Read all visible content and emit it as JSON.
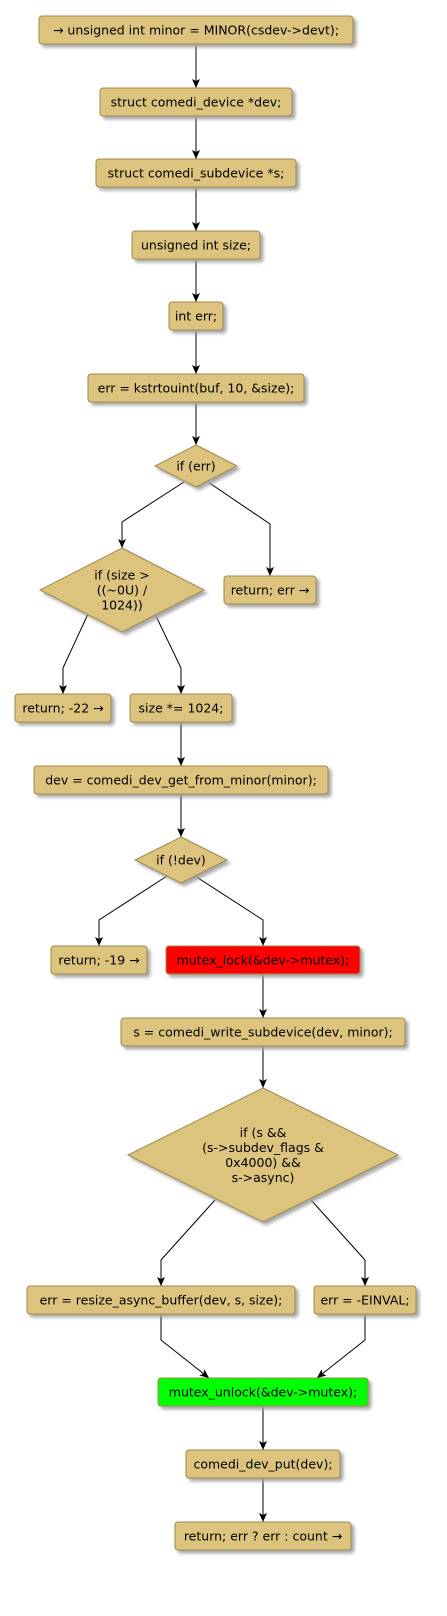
{
  "colors": {
    "node_fill": "#dcc47e",
    "node_stroke": "#a08a4e",
    "shadow": "#b6b6b6",
    "highlight_lock": "#ff0000",
    "highlight_unlock": "#00ff00",
    "edge": "#000000"
  },
  "nodes": [
    {
      "id": "n1",
      "shape": "box",
      "lines": [
        "→ unsigned int minor = MINOR(csdev->devt);"
      ]
    },
    {
      "id": "n2",
      "shape": "box",
      "lines": [
        "struct comedi_device *dev;"
      ]
    },
    {
      "id": "n3",
      "shape": "box",
      "lines": [
        "struct comedi_subdevice *s;"
      ]
    },
    {
      "id": "n4",
      "shape": "box",
      "lines": [
        "unsigned int size;"
      ]
    },
    {
      "id": "n5",
      "shape": "box",
      "lines": [
        "int err;"
      ]
    },
    {
      "id": "n6",
      "shape": "box",
      "lines": [
        "err = kstrtouint(buf, 10, &size);"
      ]
    },
    {
      "id": "d1",
      "shape": "diamond",
      "lines": [
        "if (err)"
      ]
    },
    {
      "id": "d2",
      "shape": "diamond",
      "lines": [
        "if (size >",
        "((~0U) /",
        "1024))"
      ]
    },
    {
      "id": "r1",
      "shape": "box",
      "lines": [
        "return; err →"
      ]
    },
    {
      "id": "r2",
      "shape": "box",
      "lines": [
        "return; -22 →"
      ]
    },
    {
      "id": "n7",
      "shape": "box",
      "lines": [
        "size *= 1024;"
      ]
    },
    {
      "id": "n8",
      "shape": "box",
      "lines": [
        "dev = comedi_dev_get_from_minor(minor);"
      ]
    },
    {
      "id": "d3",
      "shape": "diamond",
      "lines": [
        "if (!dev)"
      ]
    },
    {
      "id": "r3",
      "shape": "box",
      "lines": [
        "return; -19 →"
      ]
    },
    {
      "id": "n9",
      "shape": "box",
      "highlight": "lock",
      "lines": [
        "mutex_lock(&dev->mutex);"
      ]
    },
    {
      "id": "n10",
      "shape": "box",
      "lines": [
        "s = comedi_write_subdevice(dev, minor);"
      ]
    },
    {
      "id": "d4",
      "shape": "diamond",
      "lines": [
        "if (s &&",
        "(s->subdev_flags &",
        "0x4000) &&",
        "s->async)"
      ]
    },
    {
      "id": "n11",
      "shape": "box",
      "lines": [
        "err = resize_async_buffer(dev, s, size);"
      ]
    },
    {
      "id": "n12",
      "shape": "box",
      "lines": [
        "err = -EINVAL;"
      ]
    },
    {
      "id": "n13",
      "shape": "box",
      "highlight": "unlock",
      "lines": [
        "mutex_unlock(&dev->mutex);"
      ]
    },
    {
      "id": "n14",
      "shape": "box",
      "lines": [
        "comedi_dev_put(dev);"
      ]
    },
    {
      "id": "n15",
      "shape": "box",
      "lines": [
        "return; err ? err : count →"
      ]
    }
  ],
  "edges": [
    {
      "from": "n1",
      "to": "n2"
    },
    {
      "from": "n2",
      "to": "n3"
    },
    {
      "from": "n3",
      "to": "n4"
    },
    {
      "from": "n4",
      "to": "n5"
    },
    {
      "from": "n5",
      "to": "n6"
    },
    {
      "from": "n6",
      "to": "d1"
    },
    {
      "from": "d1",
      "to": "d2"
    },
    {
      "from": "d1",
      "to": "r1"
    },
    {
      "from": "d2",
      "to": "r2"
    },
    {
      "from": "d2",
      "to": "n7"
    },
    {
      "from": "n7",
      "to": "n8"
    },
    {
      "from": "n8",
      "to": "d3"
    },
    {
      "from": "d3",
      "to": "r3"
    },
    {
      "from": "d3",
      "to": "n9"
    },
    {
      "from": "n9",
      "to": "n10"
    },
    {
      "from": "n10",
      "to": "d4"
    },
    {
      "from": "d4",
      "to": "n11"
    },
    {
      "from": "d4",
      "to": "n12"
    },
    {
      "from": "n11",
      "to": "n13"
    },
    {
      "from": "n12",
      "to": "n13"
    },
    {
      "from": "n13",
      "to": "n14"
    },
    {
      "from": "n14",
      "to": "n15"
    }
  ]
}
